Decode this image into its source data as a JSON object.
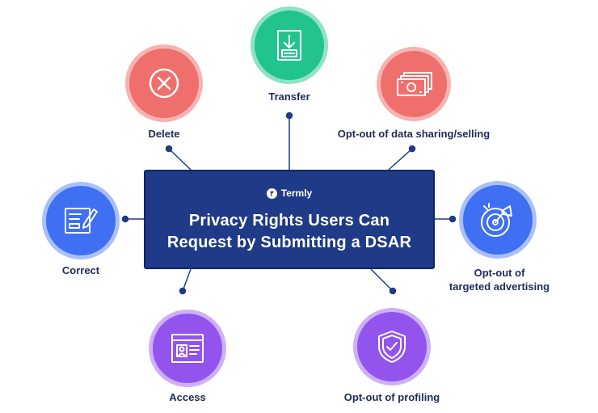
{
  "center": {
    "brand": "Termly",
    "title_line1": "Privacy Rights Users Can",
    "title_line2": "Request by Submitting a DSAR"
  },
  "nodes": [
    {
      "id": "transfer",
      "label": "Transfer",
      "icon": "download-document-icon",
      "color": "#22c48d",
      "ring": "#8fe3c3"
    },
    {
      "id": "delete",
      "label": "Delete",
      "icon": "x-circle-icon",
      "color": "#ef6f6c",
      "ring": "#f7b3b1"
    },
    {
      "id": "opt-out-selling",
      "label": "Opt-out of data sharing/selling",
      "icon": "money-stack-icon",
      "color": "#ef6f6c",
      "ring": "#f7b3b1"
    },
    {
      "id": "correct",
      "label": "Correct",
      "icon": "edit-form-icon",
      "color": "#3f6ff2",
      "ring": "#a9c0fa"
    },
    {
      "id": "opt-out-advertising",
      "label_line1": "Opt-out of",
      "label_line2": "targeted advertising",
      "icon": "target-megaphone-icon",
      "color": "#3f6ff2",
      "ring": "#a9c0fa"
    },
    {
      "id": "access",
      "label": "Access",
      "icon": "id-card-window-icon",
      "color": "#9354ee",
      "ring": "#cdb0f7"
    },
    {
      "id": "opt-out-profiling",
      "label": "Opt-out of profiling",
      "icon": "shield-check-icon",
      "color": "#9354ee",
      "ring": "#cdb0f7"
    }
  ],
  "connector_color": "#1f3a87"
}
